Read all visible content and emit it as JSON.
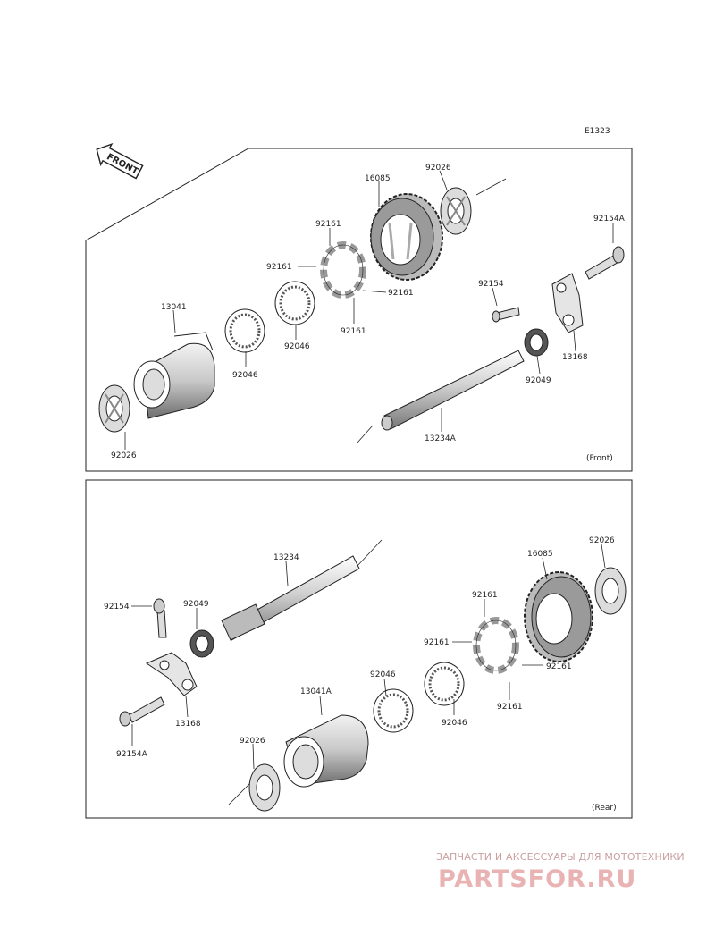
{
  "figure_code": "E1323",
  "front_arrow_label": "FRONT",
  "sections": {
    "front": {
      "caption": "(Front)",
      "labels": {
        "p16085": "16085",
        "p92026_top": "92026",
        "p92161_a": "92161",
        "p92161_b": "92161",
        "p92161_c": "92161",
        "p92161_d": "92161",
        "p13041": "13041",
        "p92046_a": "92046",
        "p92046_b": "92046",
        "p92026_bottom": "92026",
        "p92154A": "92154A",
        "p92154": "92154",
        "p13168": "13168",
        "p92049": "92049",
        "p13234A": "13234A"
      }
    },
    "rear": {
      "caption": "(Rear)",
      "labels": {
        "p13234": "13234",
        "p16085": "16085",
        "p92026_top": "92026",
        "p92154": "92154",
        "p92049": "92049",
        "p92161_a": "92161",
        "p92161_b": "92161",
        "p92161_c": "92161",
        "p92161_d": "92161",
        "p13168": "13168",
        "p92154A": "92154A",
        "p13041A": "13041A",
        "p92046_a": "92046",
        "p92046_b": "92046",
        "p92026_bottom": "92026"
      }
    }
  },
  "watermark": {
    "tagline": "ЗАПЧАСТИ И АКСЕССУАРЫ ДЛЯ МОТОТЕХНИКИ",
    "logo_text": "PARTSFOR.RU"
  },
  "colors": {
    "line": "#222222",
    "part_light": "#e6e6e6",
    "part_mid": "#bdbdbd",
    "part_dark": "#7a7a7a",
    "watermark": "#e4a0a0"
  }
}
